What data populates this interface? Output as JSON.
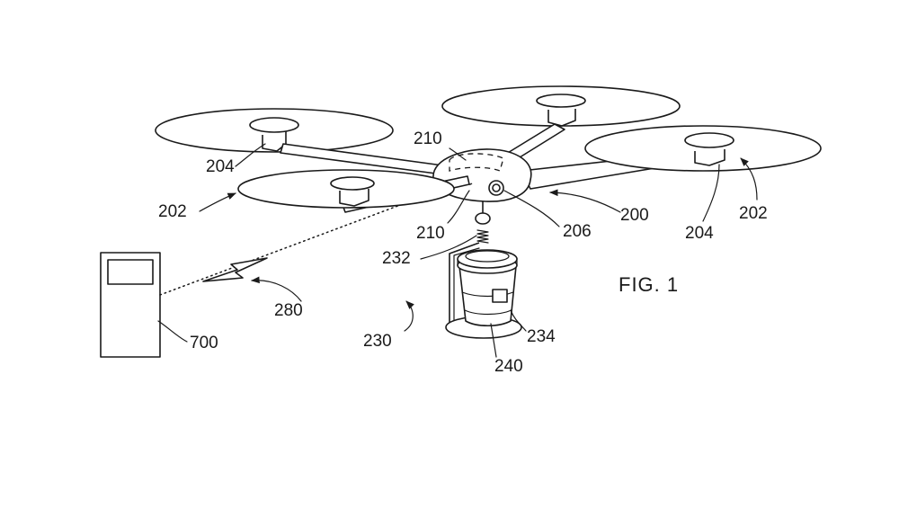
{
  "figure": {
    "caption": "FIG. 1",
    "labels": {
      "drone": "200",
      "rotor_left_back": "202",
      "rotor_right": "202",
      "motor_hub_left": "204",
      "motor_hub_right": "204",
      "camera": "206",
      "transceiver_top": "210",
      "transceiver_bottom": "210",
      "payload_assembly": "230",
      "tether": "232",
      "container": "234",
      "cup": "240",
      "wireless_link": "280",
      "remote_device": "700"
    }
  }
}
